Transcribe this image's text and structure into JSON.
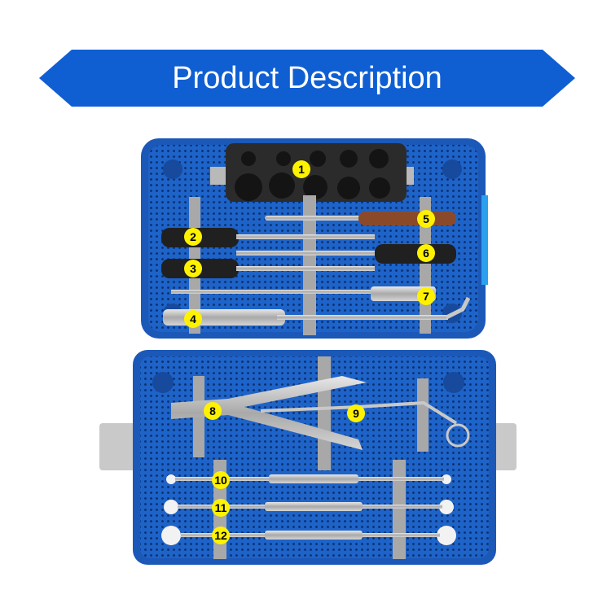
{
  "banner": {
    "title": "Product Description",
    "color": "#0f5fd3"
  },
  "tray_color": "#1e63c8",
  "markers": [
    {
      "label": "1"
    },
    {
      "label": "2"
    },
    {
      "label": "3"
    },
    {
      "label": "4"
    },
    {
      "label": "5"
    },
    {
      "label": "6"
    },
    {
      "label": "7"
    },
    {
      "label": "8"
    },
    {
      "label": "9"
    },
    {
      "label": "10"
    },
    {
      "label": "11"
    },
    {
      "label": "12"
    }
  ]
}
